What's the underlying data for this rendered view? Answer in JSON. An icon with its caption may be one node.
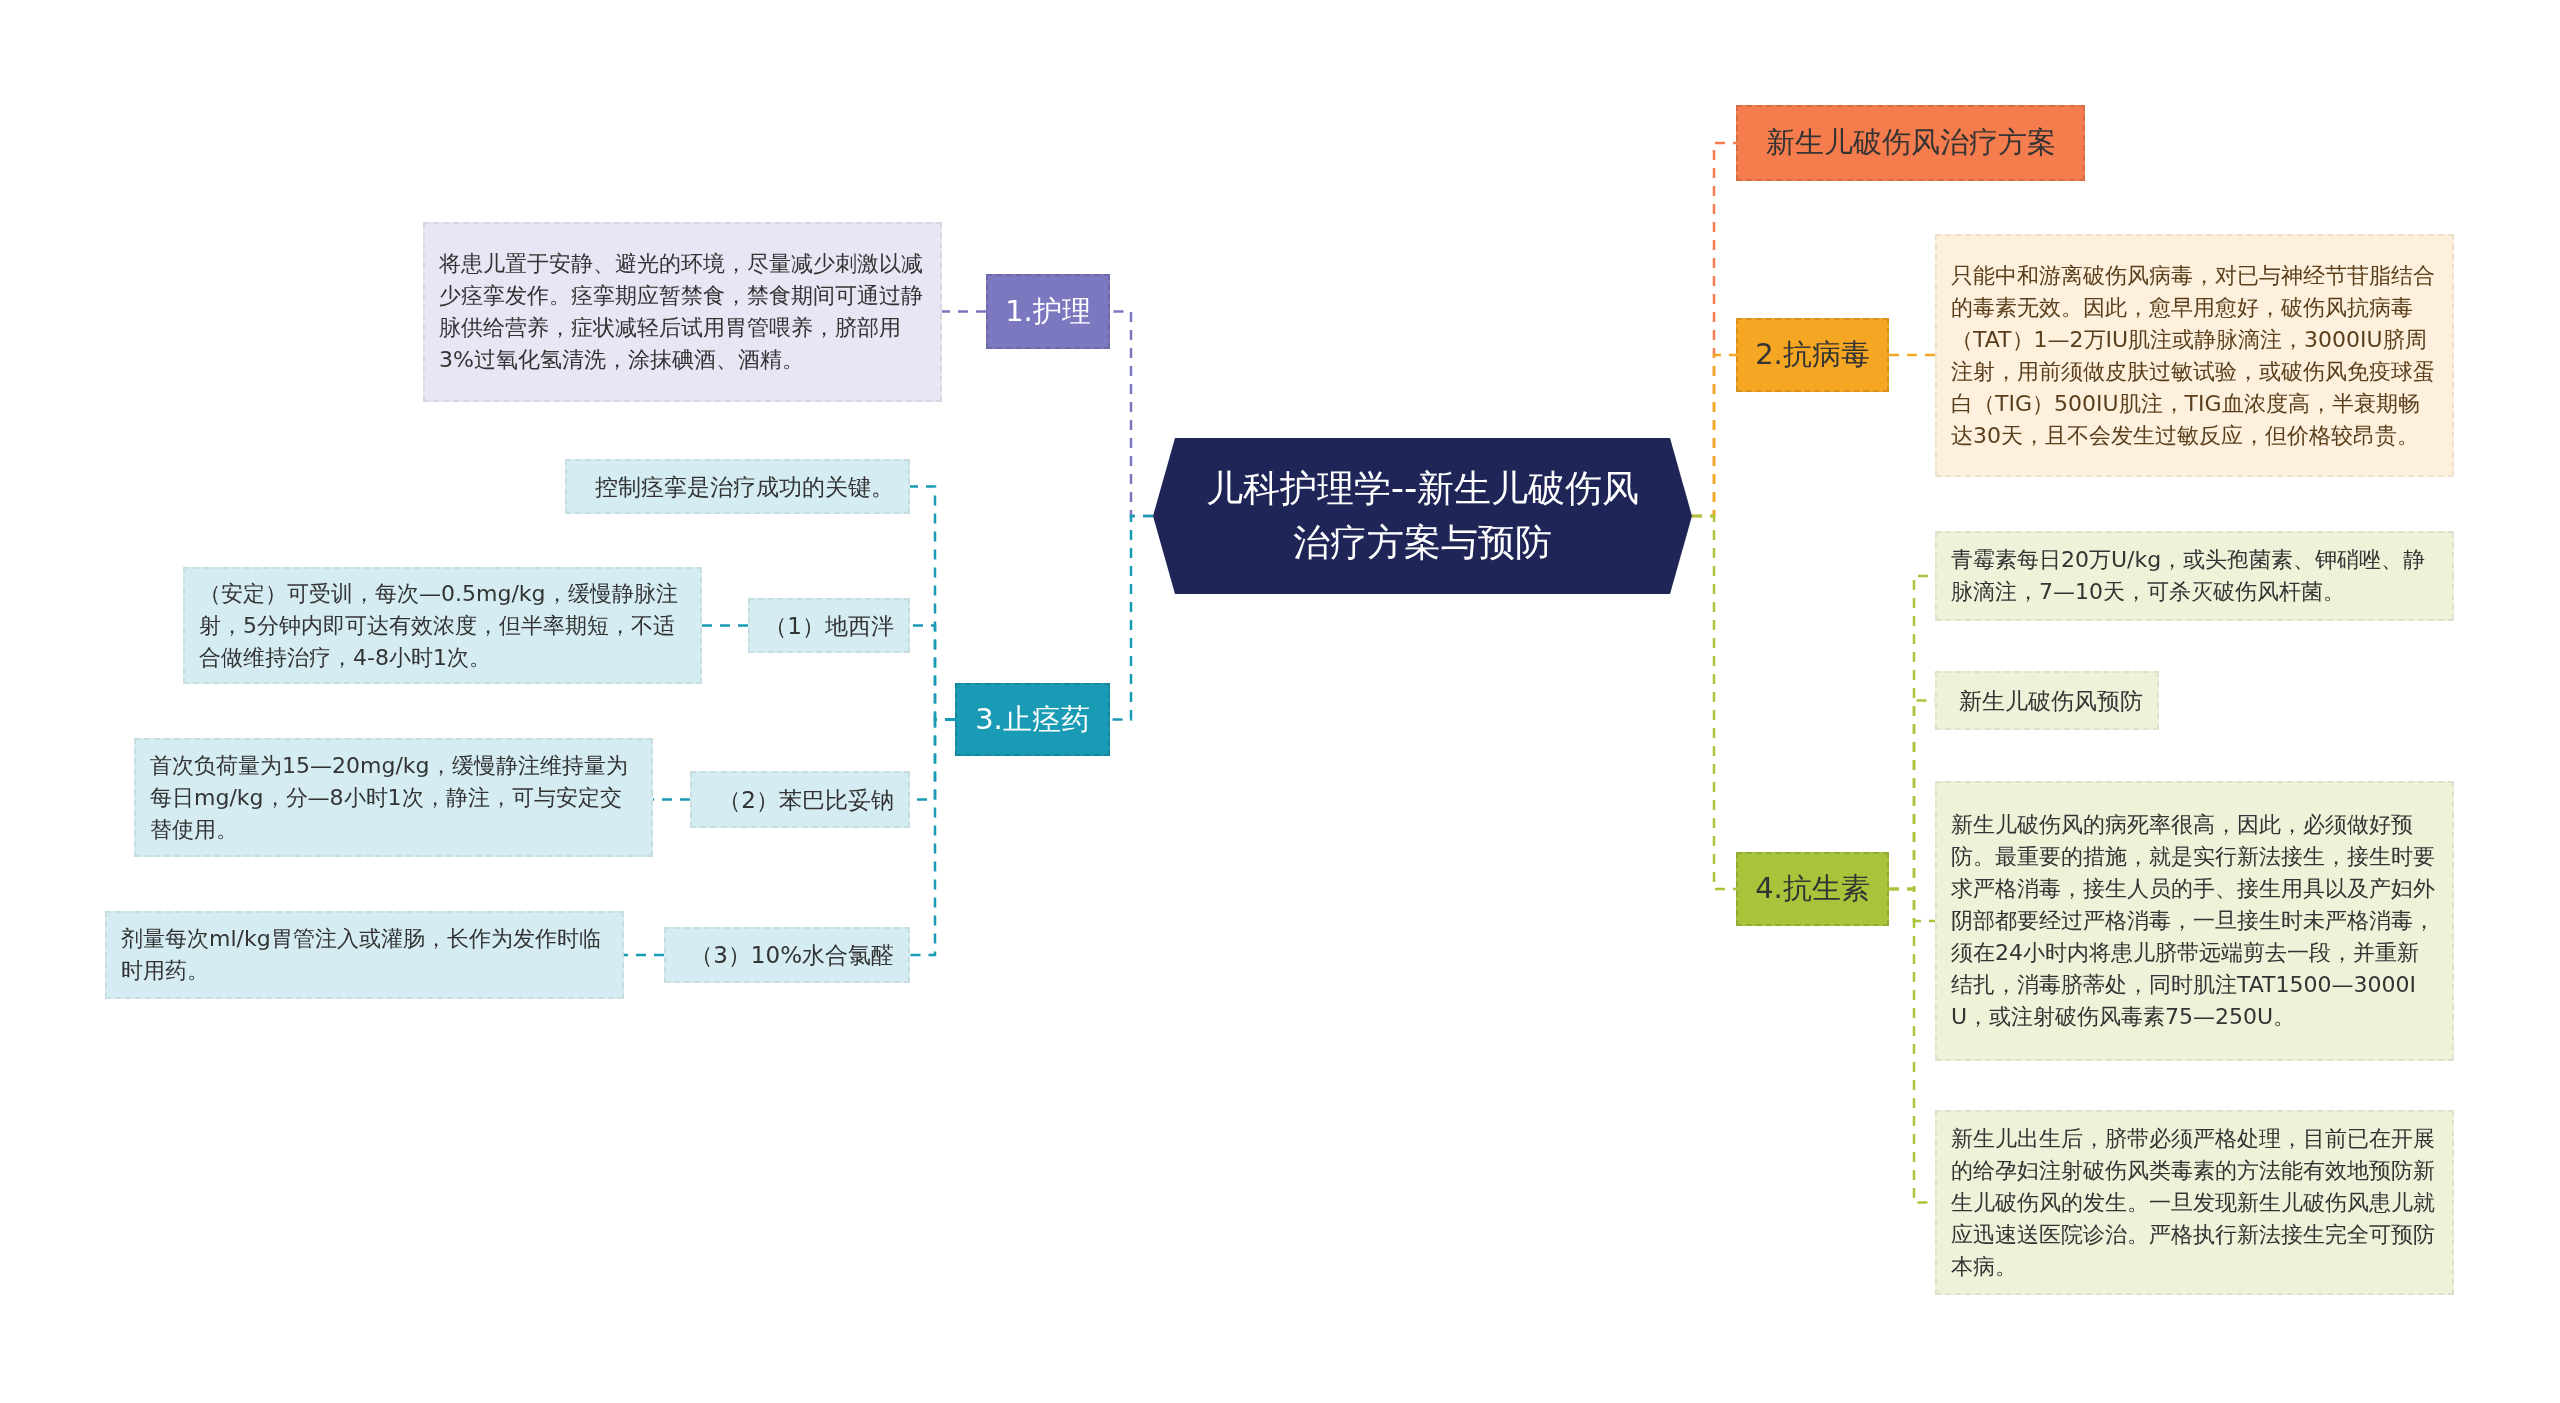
{
  "diagram": {
    "nodes": [
      {
        "text": [
          "儿科护理学--新生儿破伤风治疗方案与预防"
        ]
      },
      {
        "text": [
          "1.护理"
        ]
      },
      {
        "text": [
          "将患儿置于安静、避光的环境，尽量减少刺激以减少痉挛发作。痉挛期应暂禁食，禁食期间可通过静脉供给营养，症状减轻后试用胃管喂养，脐部用3%过氧化氢清洗，涂抹碘酒、酒精。"
        ]
      },
      {
        "text": [
          "3.止痉药"
        ]
      },
      {
        "text": [
          "控制痉挛是治疗成功的关键。"
        ]
      },
      {
        "text": [
          "（1）地西泮"
        ]
      },
      {
        "text": [
          "（安定）可受训，每次—0.5mg/kg，缓慢静脉注射，5分钟内即可达有效浓度，但半率期短，不适合做维持治疗，4-8小时1次。"
        ]
      },
      {
        "text": [
          "（2）苯巴比妥钠"
        ]
      },
      {
        "text": [
          "首次负荷量为15—20mg/kg，缓慢静注维持量为每日mg/kg，分—8小时1次，静注，可与安定交替使用。"
        ]
      },
      {
        "text": [
          "（3）10%水合氯醛"
        ]
      },
      {
        "text": [
          "剂量每次ml/kg胃管注入或灌肠，长作为发作时临时用药。"
        ]
      },
      {
        "text": [
          "新生儿破伤风治疗方案"
        ]
      },
      {
        "text": [
          "2.抗病毒"
        ]
      },
      {
        "text": [
          "只能中和游离破伤风病毒，对已与神经节苷脂结合的毒素无效。因此，愈早用愈好，破伤风抗病毒（TAT）1—2万IU肌注或静脉滴注，3000IU脐周注射，用前须做皮肤过敏试验，或破伤风免疫球蛋白（TIG）500IU肌注，TIG血浓度高，半衰期畅达30天，且不会发生过敏反应，但价格较昂贵。"
        ]
      },
      {
        "text": [
          "4.抗生素"
        ]
      },
      {
        "text": [
          "青霉素每日20万U/kg，或头孢菌素、钾硝唑、静脉滴注，7—10天，可杀灭破伤风杆菌。"
        ]
      },
      {
        "text": [
          "新生儿破伤风预防"
        ]
      },
      {
        "text": [
          "新生儿破伤风的病死率很高，因此，必须做好预防。最重要的措施，就是实行新法接生，接生时要求严格消毒，接生人员的手、接生用具以及产妇外阴部都要经过严格消毒，一旦接生时未严格消毒，须在24小时内将患儿脐带远端剪去一段，并重新结扎，消毒脐蒂处，同时肌注TAT1500—3000IU，或注射破伤风毒素75—250U。"
        ]
      },
      {
        "text": [
          "新生儿出生后，脐带必须严格处理，目前已在开展的给孕妇注射破伤风类毒素的方法能有效地预防新生儿破伤风的发生。一旦发现新生儿破伤风患儿就应迅速送医院诊治。严格执行新法接生完全可预防本病。"
        ]
      }
    ],
    "edges": [
      {
        "from": 0,
        "to": 1,
        "arrow": "none",
        "color": "#7b78c0"
      },
      {
        "from": 1,
        "to": 2,
        "arrow": "none",
        "color": "#7b78c0"
      },
      {
        "from": 0,
        "to": 3,
        "arrow": "none",
        "color": "#1a9bb5"
      },
      {
        "from": 3,
        "to": 4,
        "arrow": "none",
        "color": "#1a9bb5"
      },
      {
        "from": 3,
        "to": 5,
        "arrow": "none",
        "color": "#1a9bb5"
      },
      {
        "from": 5,
        "to": 6,
        "arrow": "none",
        "color": "#1a9bb5"
      },
      {
        "from": 3,
        "to": 7,
        "arrow": "none",
        "color": "#1a9bb5"
      },
      {
        "from": 7,
        "to": 8,
        "arrow": "none",
        "color": "#1a9bb5"
      },
      {
        "from": 3,
        "to": 9,
        "arrow": "none",
        "color": "#1a9bb5"
      },
      {
        "from": 9,
        "to": 10,
        "arrow": "none",
        "color": "#1a9bb5"
      },
      {
        "from": 0,
        "to": 11,
        "arrow": "none",
        "color": "#f47c4d"
      },
      {
        "from": 0,
        "to": 12,
        "arrow": "none",
        "color": "#f5a623"
      },
      {
        "from": 12,
        "to": 13,
        "arrow": "none",
        "color": "#f5a623"
      },
      {
        "from": 0,
        "to": 14,
        "arrow": "none",
        "color": "#a8c43a"
      },
      {
        "from": 14,
        "to": 15,
        "arrow": "none",
        "color": "#a8c43a"
      },
      {
        "from": 14,
        "to": 16,
        "arrow": "none",
        "color": "#a8c43a"
      },
      {
        "from": 14,
        "to": 17,
        "arrow": "none",
        "color": "#a8c43a"
      },
      {
        "from": 14,
        "to": 18,
        "arrow": "none",
        "color": "#a8c43a"
      }
    ]
  }
}
